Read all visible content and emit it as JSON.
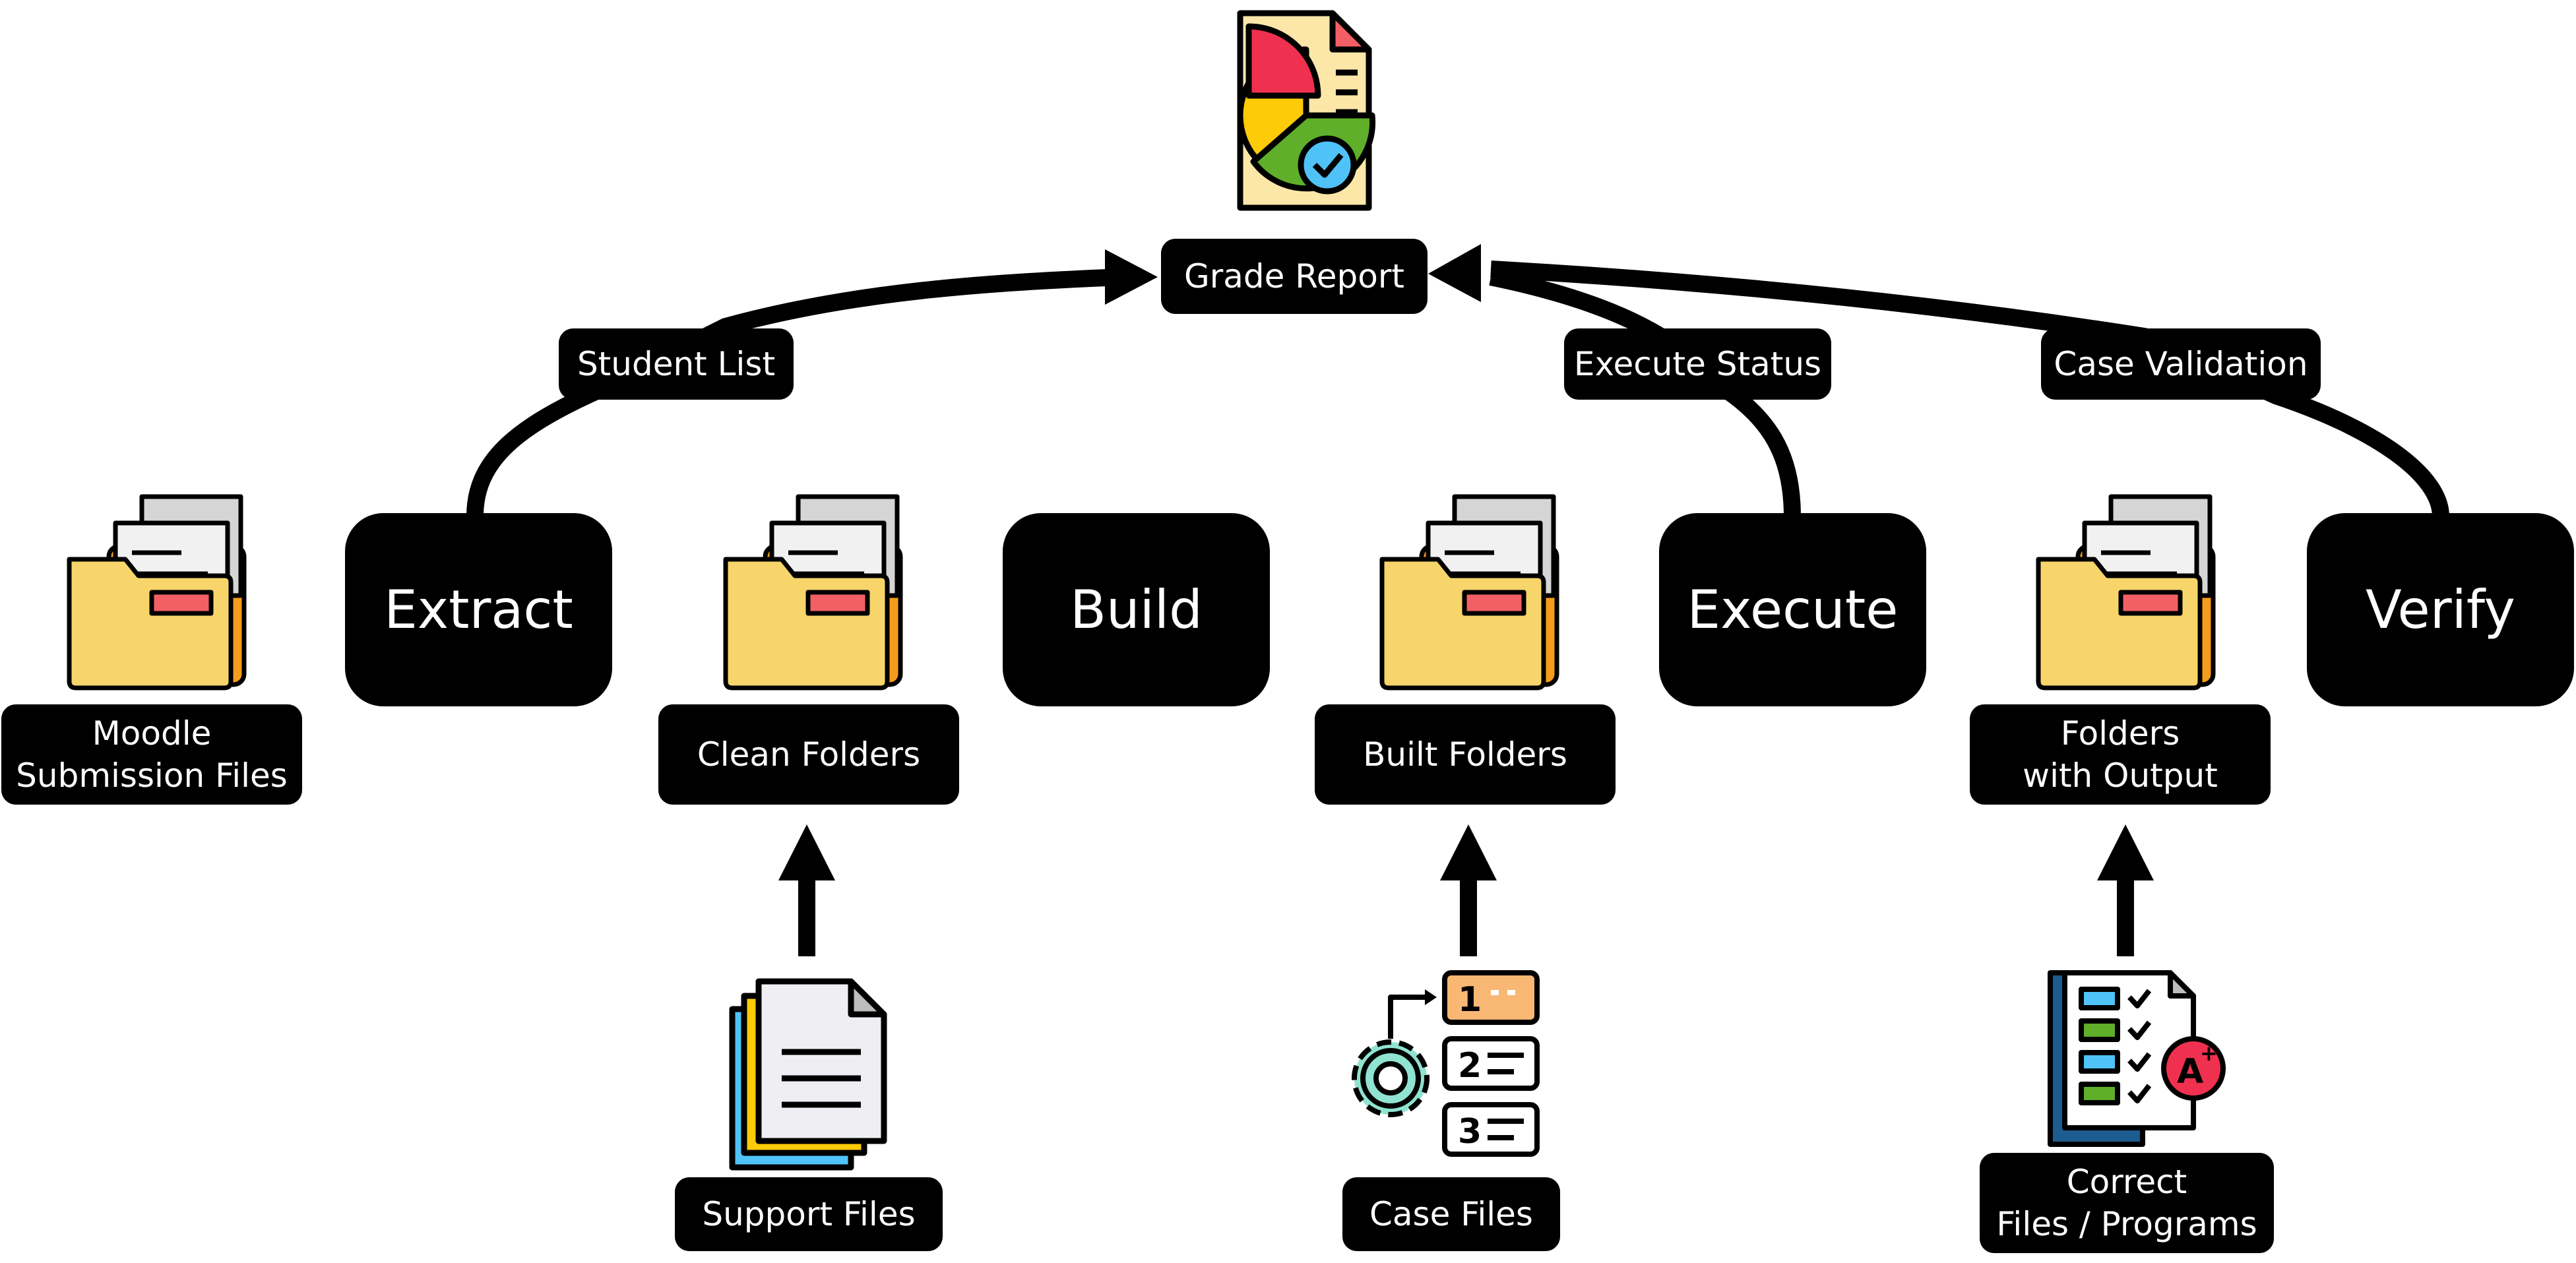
{
  "top": {
    "title": "Grade Report"
  },
  "edges": {
    "student_list": "Student List",
    "execute_status": "Execute Status",
    "case_validation": "Case Validation"
  },
  "steps": {
    "extract": "Extract",
    "build": "Build",
    "execute": "Execute",
    "verify": "Verify"
  },
  "folders": {
    "moodle": "Moodle\nSubmission Files",
    "clean": "Clean Folders",
    "built": "Built Folders",
    "output": "Folders\nwith Output"
  },
  "inputs": {
    "support": "Support Files",
    "cases": "Case Files",
    "correct": "Correct\nFiles / Programs"
  },
  "icons": {
    "report": "report-chart-icon",
    "folder": "folder-icon",
    "documents": "document-stack-icon",
    "cases": "numbered-list-gear-icon",
    "grades": "grade-sheet-icon"
  },
  "colors": {
    "node": "#000000",
    "folder_front": "#F7D56A",
    "folder_back": "#F59C1D",
    "folder_tab": "#F26065",
    "pie_red": "#F0304F",
    "pie_yellow": "#FDCB07",
    "pie_green": "#5FAF2A",
    "check": "#4FC3F7",
    "gear": "#8FE3D0"
  }
}
